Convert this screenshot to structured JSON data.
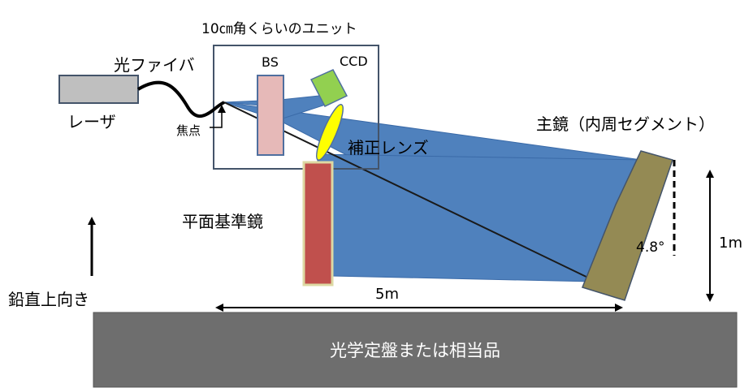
{
  "labels": {
    "unit_title": "10㎝角くらいのユニット",
    "bs": "BS",
    "ccd": "CCD",
    "fiber": "光ファイバ",
    "laser": "レーザ",
    "focus": "焦点",
    "correction_lens": "補正レンズ",
    "main_mirror": "主鏡（内周セグメント）",
    "reference_mirror": "平面基準鏡",
    "vertical_up": "鉛直上向き",
    "distance": "5m",
    "height": "1m",
    "angle": "4.8°",
    "table": "光学定盤または相当品"
  },
  "colors": {
    "beam": "#4f81bd",
    "beam_edge": "#3a6aa8",
    "laser_fill": "#bfbfbf",
    "unit_border": "#44546a",
    "bs_fill": "#e6b9b8",
    "bs_edge": "#4f6f9f",
    "ccd_fill": "#92d050",
    "lens_fill": "#ffff00",
    "reference_fill": "#c0504d",
    "reference_edge": "#ddd9a3",
    "main_mirror_fill": "#948a54",
    "table_fill": "#6e6e6e",
    "table_text": "#ffffff"
  }
}
